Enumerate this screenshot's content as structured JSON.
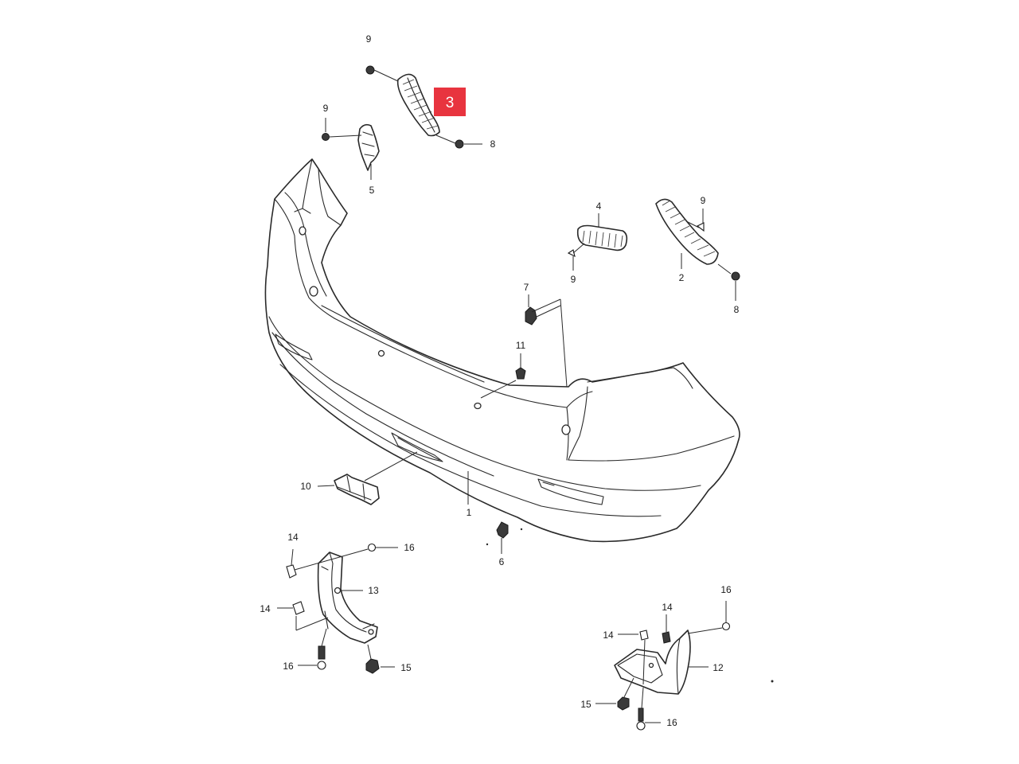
{
  "colors": {
    "highlight": "#e8343f",
    "highlight_text": "#ffffff",
    "line": "#2a2a2a",
    "background": "#ffffff"
  },
  "diagram": {
    "highlighted_part": "3",
    "callouts": {
      "p1": "1",
      "p2": "2",
      "p3": "3",
      "p4": "4",
      "p5": "5",
      "p6": "6",
      "p7": "7",
      "p8a": "8",
      "p8b": "8",
      "p9a": "9",
      "p9b": "9",
      "p9c": "9",
      "p9d": "9",
      "p10": "10",
      "p11": "11",
      "p12": "12",
      "p13": "13",
      "p14a": "14",
      "p14b": "14",
      "p14c": "14",
      "p14d": "14",
      "p15a": "15",
      "p15b": "15",
      "p16a": "16",
      "p16b": "16",
      "p16c": "16",
      "p16d": "16"
    }
  }
}
